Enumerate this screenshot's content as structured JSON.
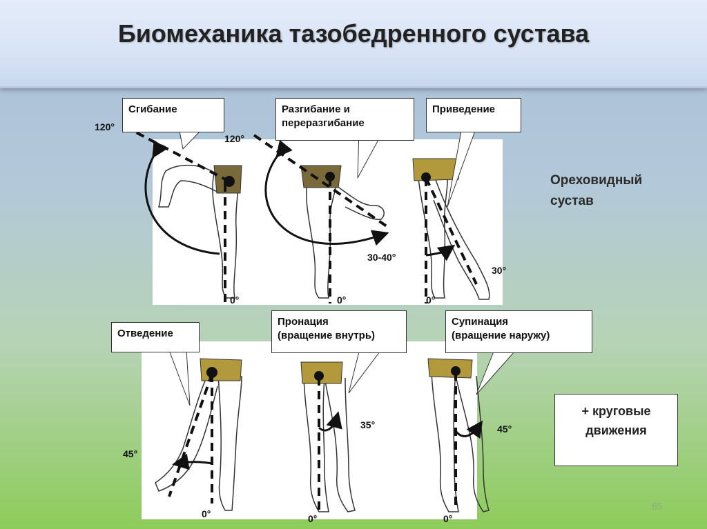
{
  "title": "Биомеханика тазобедренного сустава",
  "callouts": {
    "flexion": "Сгибание",
    "extension_line1": "Разгибание и",
    "extension_line2": "переразгибание",
    "adduction": "Приведение",
    "abduction": "Отведение",
    "pronation_line1": "Пронация",
    "pronation_line2": "(вращение внутрь)",
    "supination_line1": "Супинация",
    "supination_line2": "(вращение наружу)"
  },
  "angles": {
    "flexion_max": "120°",
    "extension_max": "120°",
    "hyperextension": "30-40°",
    "adduction": "30°",
    "abduction": "45°",
    "pronation": "35°",
    "supination": "45°",
    "zero": "0°"
  },
  "side_text_line1": "Ореховидный",
  "side_text_line2": "сустав",
  "circular_line1": "+ круговые",
  "circular_line2": "движения",
  "page_number": "65",
  "colors": {
    "shorts": "#b29a3c",
    "shorts_dark": "#7a6a3a",
    "text": "#111111"
  }
}
